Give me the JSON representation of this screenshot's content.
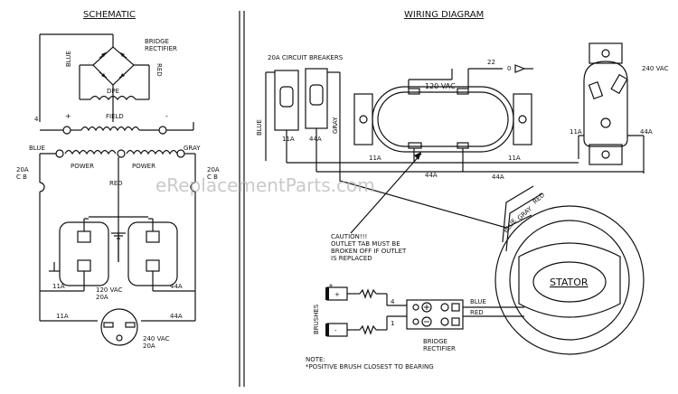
{
  "titles": {
    "schematic": "SCHEMATIC",
    "wiring": "WIRING DIAGRAM"
  },
  "schematic": {
    "bridge_rectifier": "BRIDGE\nRECTIFIER",
    "blue": "BLUE",
    "red": "RED",
    "dpe": "DPE",
    "field": "FIELD",
    "plus": "+",
    "minus": "-",
    "four": "4",
    "blue_left": "BLUE",
    "gray_right": "GRAY",
    "power_left": "POWER",
    "power_right": "POWER",
    "cb_left": "20A\nC B",
    "cb_right": "20A\nC B",
    "red_center": "RED",
    "w11a_1": "11A",
    "w44a_1": "44A",
    "vac120": "120 VAC\n20A",
    "w11a_2": "11A",
    "w44a_2": "44A",
    "vac240": "240 VAC\n20A"
  },
  "wiring": {
    "breakers": "20A CIRCUIT BREAKERS",
    "blue": "BLUE",
    "gray": "GRAY",
    "w11a_cb": "11A",
    "w44a_cb": "44A",
    "vac120": "120 VAC",
    "w22": "22",
    "w0": "0",
    "vac240": "240 VAC",
    "w11a_r": "11A",
    "w44a_r": "44A",
    "w11a_mid": "11A",
    "w44a_mid": "44A",
    "w11a_low": "11A",
    "w44a_low": "44A",
    "red": "RED",
    "gray2": "GRAY",
    "blue2": "BLUE",
    "caution": "CAUTION!!!\nOUTLET TAB MUST BE\nBROKEN OFF IF OUTLET\nIS REPLACED",
    "stator": "STATOR",
    "star": "*",
    "brushes": "BRUSHES",
    "plus": "+",
    "minus": "-",
    "t4": "4",
    "t1": "1",
    "blue_s": "BLUE",
    "red_s": "RED",
    "bridge_rectifier": "BRIDGE\nRECTIFIER",
    "note": "NOTE:\n*POSITIVE BRUSH CLOSEST TO BEARING"
  },
  "watermark": "eReplacementParts.com"
}
